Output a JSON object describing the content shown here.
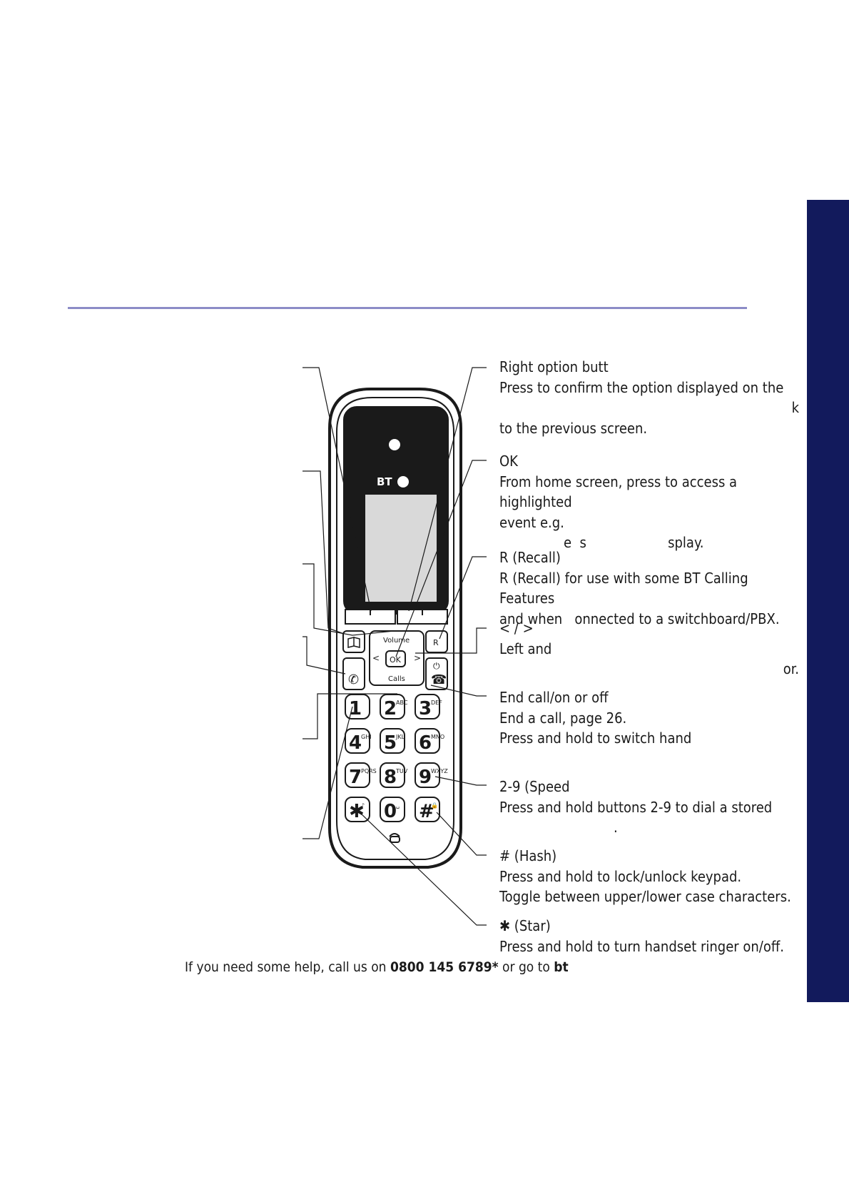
{
  "brand": {
    "logo_text": "BT",
    "accent": "#121a5c",
    "rule_color": "#8c8cc7"
  },
  "handset": {
    "volume_label": "Volume",
    "ok_label": "OK",
    "calls_label": "Calls",
    "recall_label": "R",
    "left_arrow": "<",
    "right_arrow": ">",
    "keys": [
      {
        "digit": "1",
        "letters": ""
      },
      {
        "digit": "2",
        "letters": "ABC"
      },
      {
        "digit": "3",
        "letters": "DEF"
      },
      {
        "digit": "4",
        "letters": "GHI"
      },
      {
        "digit": "5",
        "letters": "JKL"
      },
      {
        "digit": "6",
        "letters": "MNO"
      },
      {
        "digit": "7",
        "letters": "PQRS"
      },
      {
        "digit": "8",
        "letters": "TUV"
      },
      {
        "digit": "9",
        "letters": "WXYZ"
      },
      {
        "digit": "✱",
        "letters": "♪"
      },
      {
        "digit": "0",
        "letters": "␣"
      },
      {
        "digit": "#",
        "letters": "🔒"
      }
    ]
  },
  "callouts": {
    "right_option": {
      "title": "Right option butt",
      "line1": "Press to confirm the option displayed on the",
      "line2": "k",
      "line3": "to the previous screen."
    },
    "ok": {
      "title": "OK",
      "line1": "From home screen, press to access a highlighted",
      "line2": "event e.g.",
      "line3": "e  s                    splay."
    },
    "recall": {
      "title": "R (Recall)",
      "line1": "R (Recall) for use with some BT Calling Features",
      "line2": "and when   onnected to a switchboard/PBX."
    },
    "arrows": {
      "title": "< / >",
      "line1": "Left and",
      "line2": "or."
    },
    "end_call": {
      "title": "End call/on or off",
      "line1": "End a call, page 26.",
      "line2": "Press and hold to switch hand"
    },
    "speed": {
      "title": "2-9 (Speed",
      "line1": "Press and hold buttons 2-9 to dial a stored",
      "line2": "."
    },
    "hash": {
      "title": "# (Hash)",
      "line1": "Press and hold to lock/unlock keypad.",
      "line2": "Toggle between upper/lower case characters."
    },
    "star": {
      "title": "✱ (Star)",
      "line1": "Press and hold to turn handset ringer on/off."
    }
  },
  "footer": {
    "text": "If you need some help, call us on ",
    "phone": "0800 145 6789*",
    "mid": " or go to ",
    "site": "bt"
  }
}
